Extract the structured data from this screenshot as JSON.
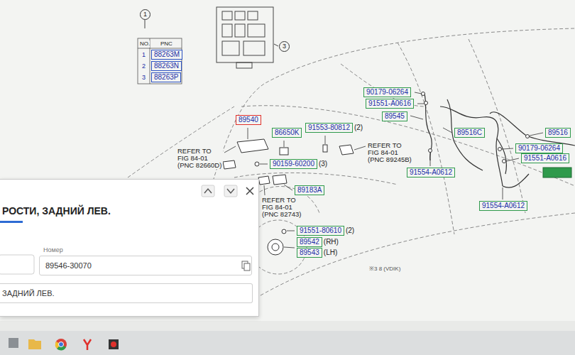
{
  "diagram": {
    "nodes": [
      {
        "text": [
          "1"
        ]
      },
      {
        "text": [
          "88263M"
        ]
      },
      {
        "text": [
          "88263N"
        ]
      },
      {
        "text": [
          "88263P"
        ]
      },
      {
        "text": [
          "3"
        ]
      },
      {
        "text": [
          "90179-06264"
        ]
      },
      {
        "text": [
          "91551-A0616"
        ]
      },
      {
        "text": [
          "89545"
        ]
      },
      {
        "text": [
          "89540"
        ]
      },
      {
        "text": [
          "86650K"
        ]
      },
      {
        "text": [
          "91553-80812"
        ]
      },
      {
        "text": [
          "89516C"
        ]
      },
      {
        "text": [
          "89516"
        ]
      },
      {
        "text": [
          "90179-06264"
        ]
      },
      {
        "text": [
          "91551-A0616"
        ]
      },
      {
        "text": [
          "91554-A0612"
        ]
      },
      {
        "text": [
          "90159-60200"
        ]
      },
      {
        "text": [
          "89183A"
        ]
      },
      {
        "text": [
          "91554-A0612"
        ]
      },
      {
        "text": [
          "91551-80610"
        ]
      },
      {
        "text": [
          "89542"
        ]
      },
      {
        "text": [
          "89543"
        ]
      },
      {
        "text": [
          "РОСТИ, ЗАДНИЙ ЛЕВ."
        ]
      },
      {
        "text": [
          "Номер",
          "89546-30070"
        ],
        "in": 22
      },
      {
        "text": [
          "ЗАДНИЙ ЛЕВ."
        ],
        "in": 22
      }
    ],
    "labels": [
      "NO.",
      "PNC",
      "1",
      "2",
      "3",
      "(2)",
      "REFER TO FIG 84-01 (PNC 82660D)",
      "REFER TO FIG 84-01 (PNC 89245B)",
      "(3)",
      "REFER TO FIG 84-01 (PNC 82743)",
      "(2)",
      "(RH)",
      "(LH)",
      "※3 8 (VDIK)"
    ]
  }
}
